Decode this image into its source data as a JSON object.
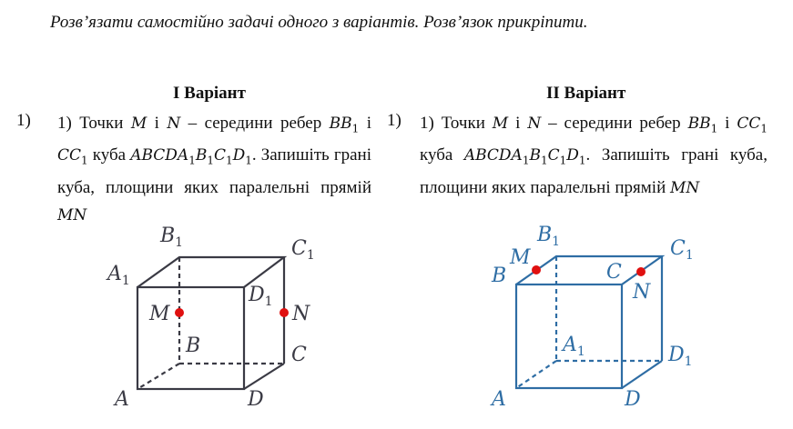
{
  "intro": "Розв’язати самостійно задачі одного з варіантів. Розв’язок прикріпити.",
  "variants": [
    {
      "heading": "I Варіант",
      "number": "1)",
      "task": {
        "p1": "1) Точки ",
        "m": "M",
        "p2": " і ",
        "n": "N",
        "p3": " – середини ребер ",
        "e1": "BB",
        "e1s": "1",
        "p4": " і ",
        "e2": "CC",
        "e2s": "1",
        "p5": " куба ",
        "cube": "ABCDA",
        "c1": "1",
        "c2": "B",
        "c3": "1",
        "c4": "C",
        "c5": "1",
        "c6": "D",
        "c7": "1",
        "p6": ". Запишіть грані куба, площини яких паралельні прямій ",
        "line": "MN"
      },
      "figure": {
        "color": "#3a3a44",
        "point_color": "#e01010",
        "labels": {
          "B1": "B",
          "B1s": "1",
          "C1": "C",
          "C1s": "1",
          "A1": "A",
          "A1s": "1",
          "D1": "D",
          "D1s": "1",
          "M": "M",
          "N": "N",
          "B": "B",
          "C": "C",
          "A": "A",
          "D": "D"
        }
      }
    },
    {
      "heading": "II Варіант",
      "number": "1)",
      "task": {
        "p1": "1) Точки ",
        "m": "M",
        "p2": " і ",
        "n": "N",
        "p3": " – середини ребер ",
        "e1": "BB",
        "e1s": "1",
        "p4": " і ",
        "e2": "CC",
        "e2s": "1",
        "p5": " куба ",
        "cube": "ABCDA",
        "c1": "1",
        "c2": "B",
        "c3": "1",
        "c4": "C",
        "c5": "1",
        "c6": "D",
        "c7": "1",
        "p6": ". Запишіть грані куба, площини яких паралельні прямій ",
        "line": "MN"
      },
      "figure": {
        "color": "#2e6da4",
        "point_color": "#e01010",
        "labels": {
          "B1": "B",
          "B1s": "1",
          "C1": "C",
          "C1s": "1",
          "M": "M",
          "B": "B",
          "C": "C",
          "N": "N",
          "A1": "A",
          "A1s": "1",
          "D1": "D",
          "D1s": "1",
          "A": "A",
          "D": "D"
        }
      }
    }
  ]
}
